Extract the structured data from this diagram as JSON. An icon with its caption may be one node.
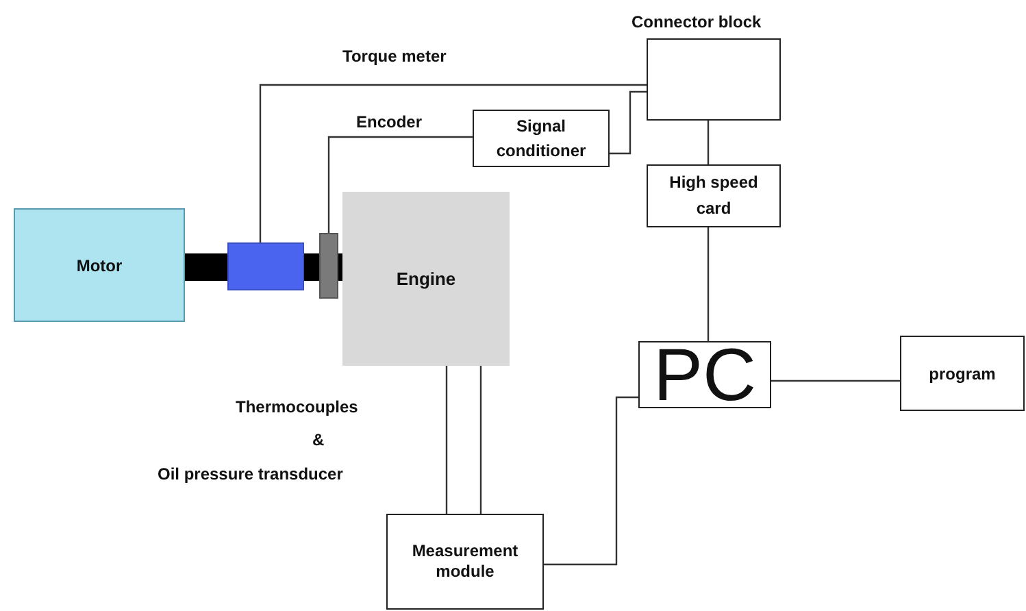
{
  "diagram": {
    "nodes": [
      {
        "text": [
          "Motor"
        ]
      },
      {
        "text": [],
        "shape": "box"
      },
      {
        "text": [],
        "shape": "bar"
      },
      {
        "text": [
          "Engine"
        ]
      },
      {
        "text": [
          "Connector block"
        ]
      },
      {
        "text": [
          "Signal conditioner"
        ]
      },
      {
        "text": [
          "High speed card"
        ]
      },
      {
        "text": [
          "PC"
        ]
      },
      {
        "text": [
          "program"
        ]
      },
      {
        "text": [
          "Measurement module"
        ]
      }
    ],
    "edges": [
      {
        "from": 1,
        "to": 4,
        "arrow": "none",
        "label": "Torque meter"
      },
      {
        "from": 2,
        "to": 5,
        "arrow": "none",
        "label": "Encoder"
      },
      {
        "from": 5,
        "to": 4,
        "arrow": "none"
      },
      {
        "from": 4,
        "to": 6,
        "arrow": "none"
      },
      {
        "from": 6,
        "to": 7,
        "arrow": "none"
      },
      {
        "from": 3,
        "to": 9,
        "arrow": "none"
      },
      {
        "from": 3,
        "to": 9,
        "arrow": "none"
      },
      {
        "from": 9,
        "to": 7,
        "arrow": "none"
      },
      {
        "from": 7,
        "to": 8,
        "arrow": "none"
      }
    ],
    "labels": [
      "Thermocouples",
      "&",
      "Oil pressure transducer"
    ]
  }
}
